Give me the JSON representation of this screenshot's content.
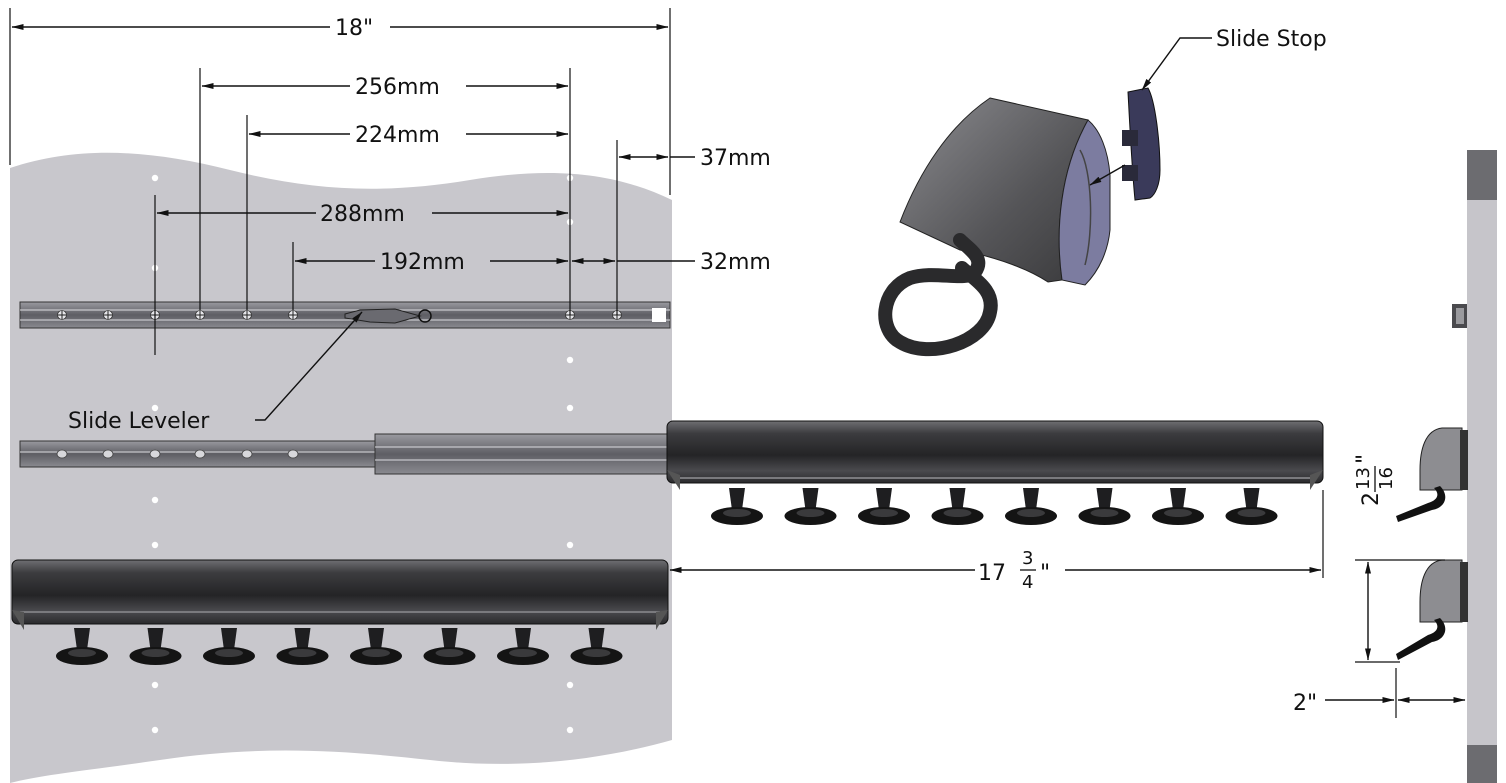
{
  "dimensions": {
    "overall_depth": "18\"",
    "spacing_256": "256mm",
    "spacing_224": "224mm",
    "spacing_288": "288mm",
    "spacing_192": "192mm",
    "offset_37": "37mm",
    "offset_32": "32mm",
    "rack_length_whole": "17",
    "rack_length_num": "3",
    "rack_length_den": "4",
    "rack_length_unit": "\"",
    "height_whole": "2",
    "height_num": "13",
    "height_den": "16",
    "height_unit": "\"",
    "side_clearance": "2\""
  },
  "callouts": {
    "slide_stop": "Slide Stop",
    "slide_leveler": "Slide Leveler"
  },
  "colors": {
    "panel": "#c8c7cc",
    "rail": "#7a7a80",
    "rack": "#3a3a3d",
    "hook": "#1a1a1a",
    "line": "#111111"
  }
}
